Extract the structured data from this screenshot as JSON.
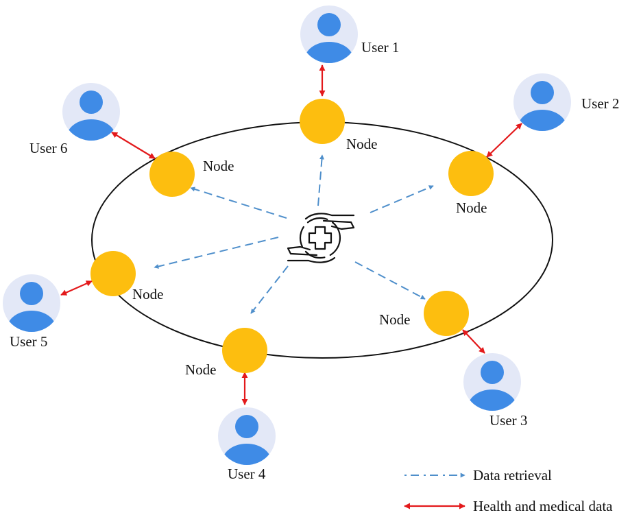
{
  "diagram": {
    "center_icon": "hands-holding-medical-cross-icon",
    "nodes": [
      {
        "id": "n1",
        "label": "Node"
      },
      {
        "id": "n2",
        "label": "Node"
      },
      {
        "id": "n3",
        "label": "Node"
      },
      {
        "id": "n4",
        "label": "Node"
      },
      {
        "id": "n5",
        "label": "Node"
      },
      {
        "id": "n6",
        "label": "Node"
      }
    ],
    "users": [
      {
        "id": "u1",
        "label": "User 1",
        "node": "n1"
      },
      {
        "id": "u2",
        "label": "User 2",
        "node": "n2"
      },
      {
        "id": "u3",
        "label": "User 3",
        "node": "n3"
      },
      {
        "id": "u4",
        "label": "User 4",
        "node": "n4"
      },
      {
        "id": "u5",
        "label": "User 5",
        "node": "n5"
      },
      {
        "id": "u6",
        "label": "User 6",
        "node": "n6"
      }
    ],
    "edges": {
      "data_retrieval": [
        "n1",
        "n2",
        "n3",
        "n4",
        "n5",
        "n6"
      ],
      "health_data": [
        [
          "n1",
          "u1"
        ],
        [
          "n2",
          "u2"
        ],
        [
          "n3",
          "u3"
        ],
        [
          "n4",
          "u4"
        ],
        [
          "n5",
          "u5"
        ],
        [
          "n6",
          "u6"
        ]
      ]
    },
    "legend": [
      {
        "style": "dashed-blue-arrow",
        "label": "Data retrieval"
      },
      {
        "style": "solid-red-double-arrow",
        "label": "Health and medical data"
      }
    ],
    "colors": {
      "node_fill": "#FDBE0F",
      "user_bg": "#E3E8F7",
      "user_figure": "#3F8BE6",
      "data_retrieval": "#4F8FCB",
      "health_data": "#E3191B",
      "ring": "#111111"
    }
  }
}
